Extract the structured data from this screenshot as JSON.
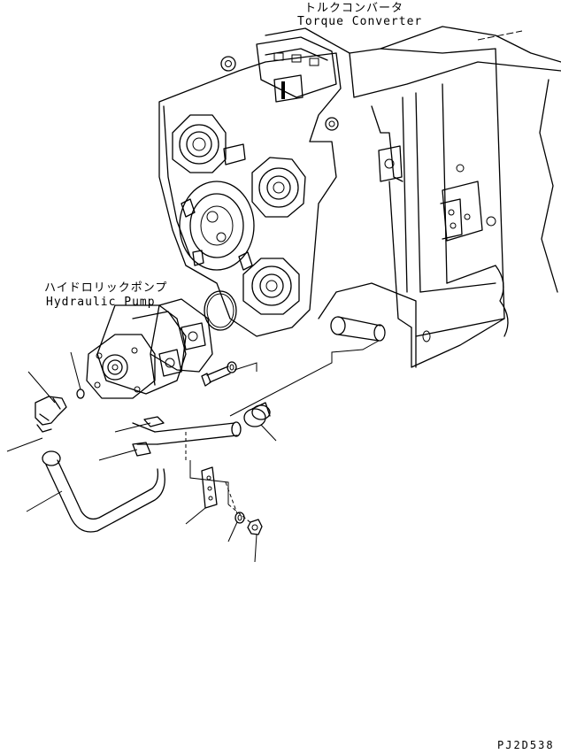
{
  "labels": {
    "torque_converter_jp": "トルクコンバータ",
    "torque_converter_en": "Torque Converter",
    "hydraulic_pump_jp": "ハイドロリックポンプ",
    "hydraulic_pump_en": "Hydraulic Pump",
    "drawing_code": "PJ2D538"
  },
  "colors": {
    "line": "#000000",
    "background": "#ffffff"
  }
}
